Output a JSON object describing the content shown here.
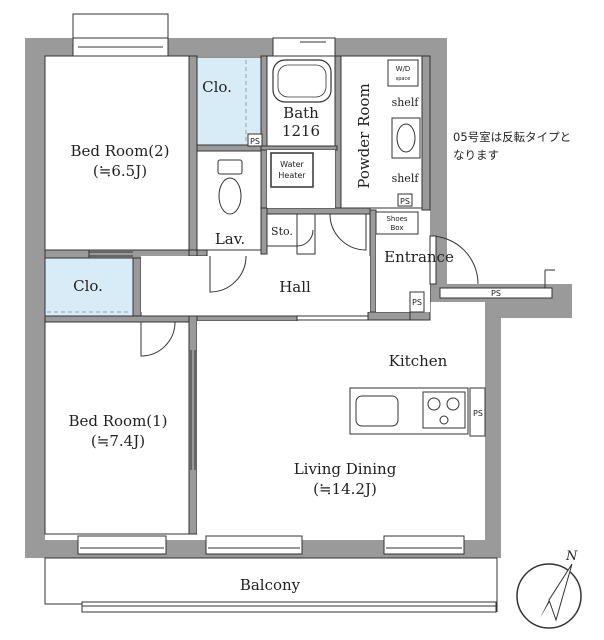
{
  "rooms": {
    "bed_room_2": "Bed Room(2)",
    "bed_room_2_area": "(≒6.5J)",
    "bed_room_1": "Bed Room(1)",
    "bed_room_1_area": "(≒7.4J)",
    "closet_top": "Clo.",
    "closet_left": "Clo.",
    "bath": "Bath",
    "bath_size": "1216",
    "powder_room": "Powder Room",
    "water_heater_1": "Water",
    "water_heater_2": "Heater",
    "lavatory": "Lav.",
    "storage": "Sto.",
    "hall": "Hall",
    "entrance": "Entrance",
    "kitchen": "Kitchen",
    "living_dining": "Living Dining",
    "living_dining_area": "(≒14.2J)",
    "balcony": "Balcony",
    "shelf_upper": "shelf",
    "shelf_lower": "shelf",
    "shoes_box_1": "Shoes",
    "shoes_box_2": "Box",
    "wd_space_1": "W/D",
    "wd_space_2": "space"
  },
  "ps_labels": {
    "ps_bath": "PS",
    "ps_powder": "PS",
    "ps_entrance": "PS",
    "ps_corridor": "PS",
    "ps_kitchen": "PS"
  },
  "note": {
    "line1": "05号室は反転タイプと",
    "line2": "なります"
  },
  "compass": {
    "north_label": "N"
  },
  "colors": {
    "wall": "#9a9a9a",
    "closet_fill": "#d8ecf7",
    "line": "#333333"
  }
}
